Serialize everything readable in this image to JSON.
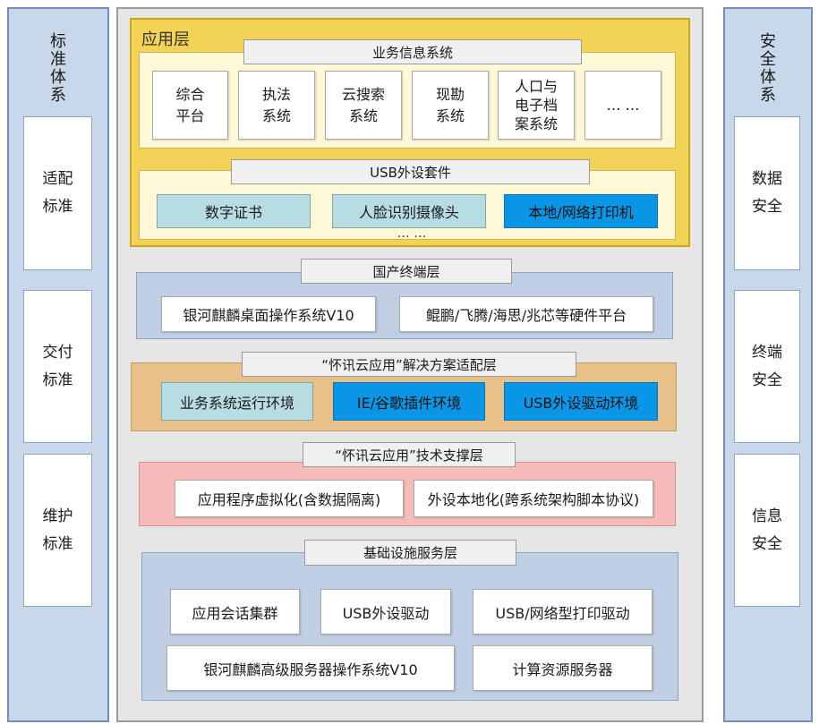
{
  "left_column": {
    "title_chars": [
      "标",
      "准",
      "体",
      "系"
    ],
    "items": [
      {
        "line1": "适配",
        "line2": "标准"
      },
      {
        "line1": "交付",
        "line2": "标准"
      },
      {
        "line1": "维护",
        "line2": "标准"
      }
    ]
  },
  "right_column": {
    "title_chars": [
      "安",
      "全",
      "体",
      "系"
    ],
    "items": [
      {
        "line1": "数据",
        "line2": "安全"
      },
      {
        "line1": "终端",
        "line2": "安全"
      },
      {
        "line1": "信息",
        "line2": "安全"
      }
    ]
  },
  "app_layer": {
    "title": "应用层",
    "business_title": "业务信息系统",
    "business_systems": [
      {
        "lines": [
          "综合",
          "平台"
        ]
      },
      {
        "lines": [
          "执法",
          "系统"
        ]
      },
      {
        "lines": [
          "云搜索",
          "系统"
        ]
      },
      {
        "lines": [
          "现勘",
          "系统"
        ]
      },
      {
        "lines": [
          "人口与",
          "电子档",
          "案系统"
        ]
      },
      {
        "lines": [
          "… …"
        ]
      }
    ],
    "usb_title": "USB外设套件",
    "usb_items": [
      "数字证书",
      "人脸识别摄像头",
      "本地/网络打印机"
    ],
    "usb_more": "… …"
  },
  "terminal_layer": {
    "title": "国产终端层",
    "items": [
      "银河麒麟桌面操作系统V10",
      "鲲鹏/飞腾/海思/兆芯等硬件平台"
    ]
  },
  "adapt_layer": {
    "title": "“怀讯云应用”解决方案适配层",
    "items": [
      "业务系统运行环境",
      "IE/谷歌插件环境",
      "USB外设驱动环境"
    ]
  },
  "tech_layer": {
    "title": "“怀讯云应用”技术支撑层",
    "items": [
      "应用程序虚拟化(含数据隔离)",
      "外设本地化(跨系统架构脚本协议)"
    ]
  },
  "infra_layer": {
    "title": "基础设施服务层",
    "row1": [
      "应用会话集群",
      "USB外设驱动",
      "USB/网络型打印驱动"
    ],
    "row2": [
      "银河麒麟高级服务器操作系统V10",
      "计算资源服务器"
    ]
  }
}
